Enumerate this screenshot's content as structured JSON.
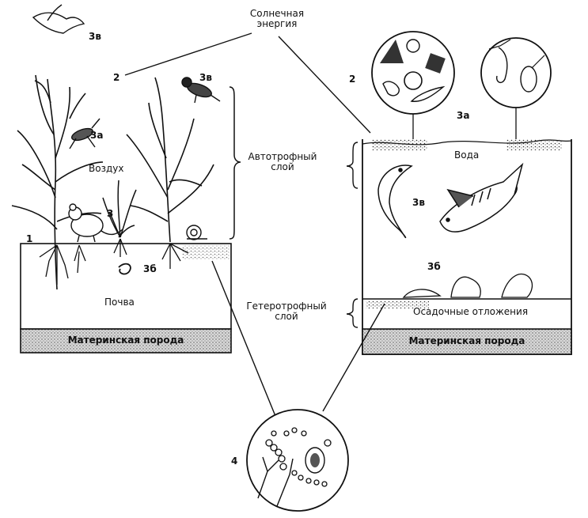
{
  "sun": {
    "line1": "Солнечная",
    "line2": "энергия"
  },
  "layers": {
    "autotrophic": {
      "line1": "Автотрофный",
      "line2": "слой"
    },
    "heterotrophic": {
      "line1": "Гетеротрофный",
      "line2": "слой"
    }
  },
  "terrestrial": {
    "air": "Воздух",
    "soil": "Почва",
    "parent_rock": "Материнская порода"
  },
  "aquatic": {
    "water": "Вода",
    "sediments": "Осадочные отложения",
    "parent_rock": "Материнская порода"
  },
  "markers": {
    "bird_flying": "3в",
    "bird_perched": "3в",
    "insect": "3а",
    "sun_left": "2",
    "sun_right": "2",
    "plankton": "3а",
    "fish": "3в",
    "benthos": "3б",
    "soil_animals": "3б",
    "rodent": "3",
    "surface": "1",
    "decomposers": "4"
  }
}
